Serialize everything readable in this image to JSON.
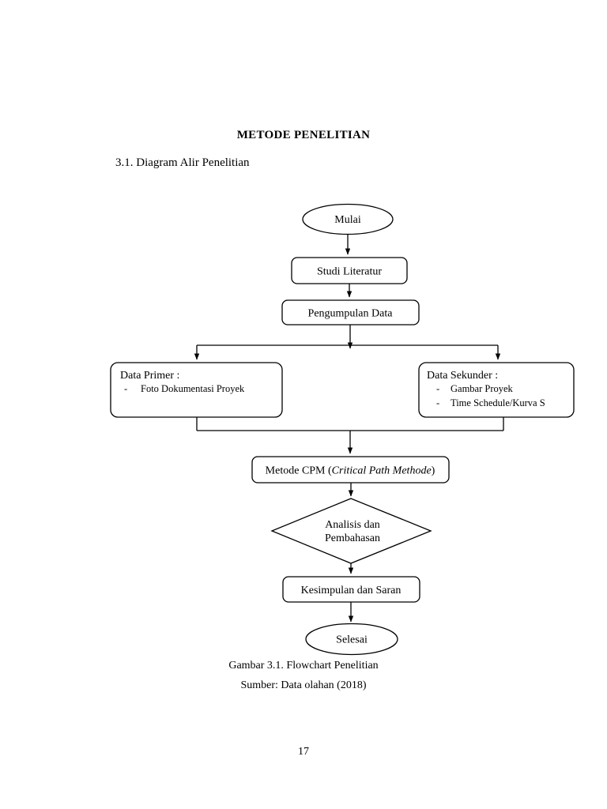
{
  "document": {
    "chapter_title": "METODE PENELITIAN",
    "section_heading": "3.1. Diagram Alir Penelitian",
    "caption_figure": "Gambar 3.1. Flowchart Penelitian",
    "caption_source": "Sumber: Data olahan (2018)",
    "page_number": "17"
  },
  "flowchart": {
    "start": {
      "label": "Mulai",
      "shape": "ellipse"
    },
    "study": {
      "label": "Studi Literatur",
      "shape": "rounded-rect"
    },
    "collect": {
      "label": "Pengumpulan Data",
      "shape": "rounded-rect"
    },
    "primary": {
      "title": "Data Primer :",
      "shape": "rounded-rect",
      "items": [
        {
          "bullet": "-",
          "text": "Foto Dokumentasi Proyek"
        }
      ]
    },
    "secondary": {
      "title": "Data Sekunder :",
      "shape": "rounded-rect",
      "items": [
        {
          "bullet": "-",
          "text": "Gambar Proyek"
        },
        {
          "bullet": "-",
          "text": "Time Schedule/Kurva S"
        }
      ]
    },
    "method": {
      "shape": "rounded-rect",
      "label_plain": "Metode CPM (",
      "label_italic": "Critical Path Methode",
      "label_close": ")"
    },
    "decision": {
      "shape": "diamond",
      "line1": "Analisis dan",
      "line2": "Pembahasan"
    },
    "conclusion": {
      "label": "Kesimpulan dan Saran",
      "shape": "rounded-rect"
    },
    "end": {
      "label": "Selesai",
      "shape": "ellipse"
    },
    "style": {
      "stroke": "#000000",
      "fill": "#ffffff",
      "stroke_width": 1.2
    }
  }
}
